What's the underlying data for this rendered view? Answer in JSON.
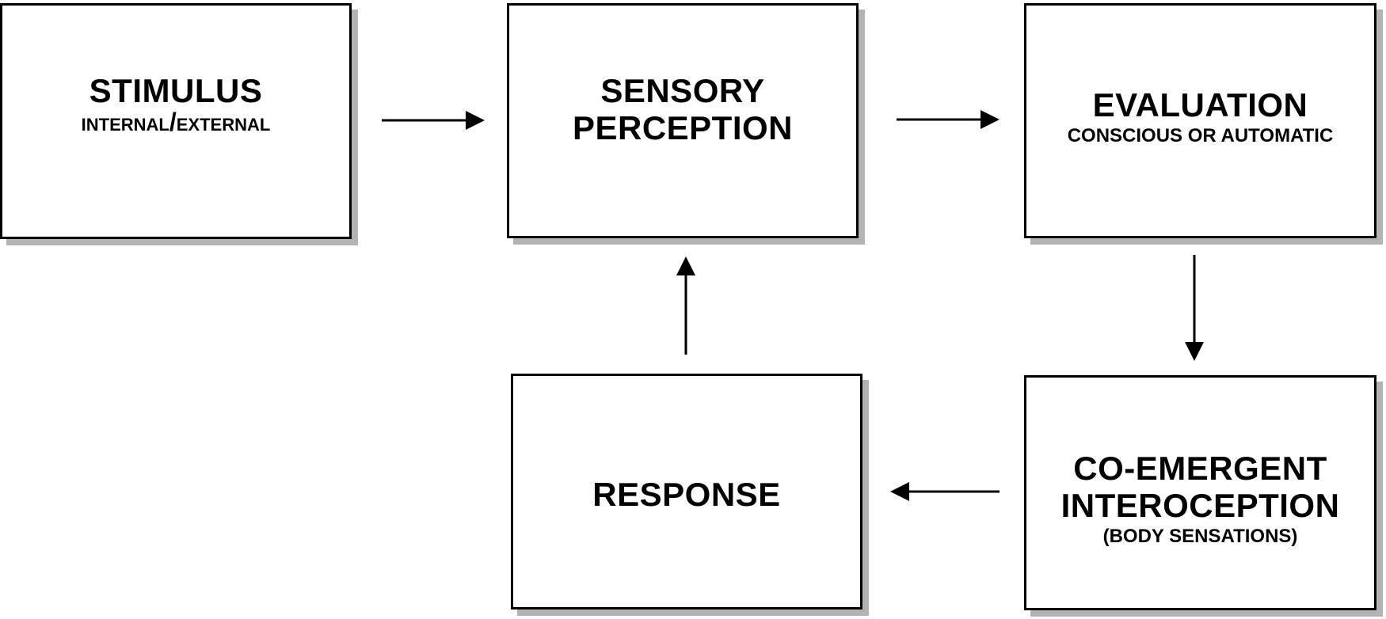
{
  "boxes": {
    "stimulus": {
      "title": "STIMULUS",
      "subtitle": "Internal/External"
    },
    "sensory": {
      "title_line1": "SENSORY",
      "title_line2": "PERCEPTION"
    },
    "evaluation": {
      "title": "EVALUATION",
      "subtitle": "CONSCIOUS OR AUTOMATIC"
    },
    "co_emergent": {
      "title_line1": "CO-EMERGENT",
      "title_line2": "INTEROCEPTION",
      "subtitle": "(BODY SENSATIONS)"
    },
    "response": {
      "title": "RESPONSE"
    }
  },
  "colors": {
    "border": "#000000",
    "shadow": "#b3b3b3",
    "background": "#ffffff"
  }
}
